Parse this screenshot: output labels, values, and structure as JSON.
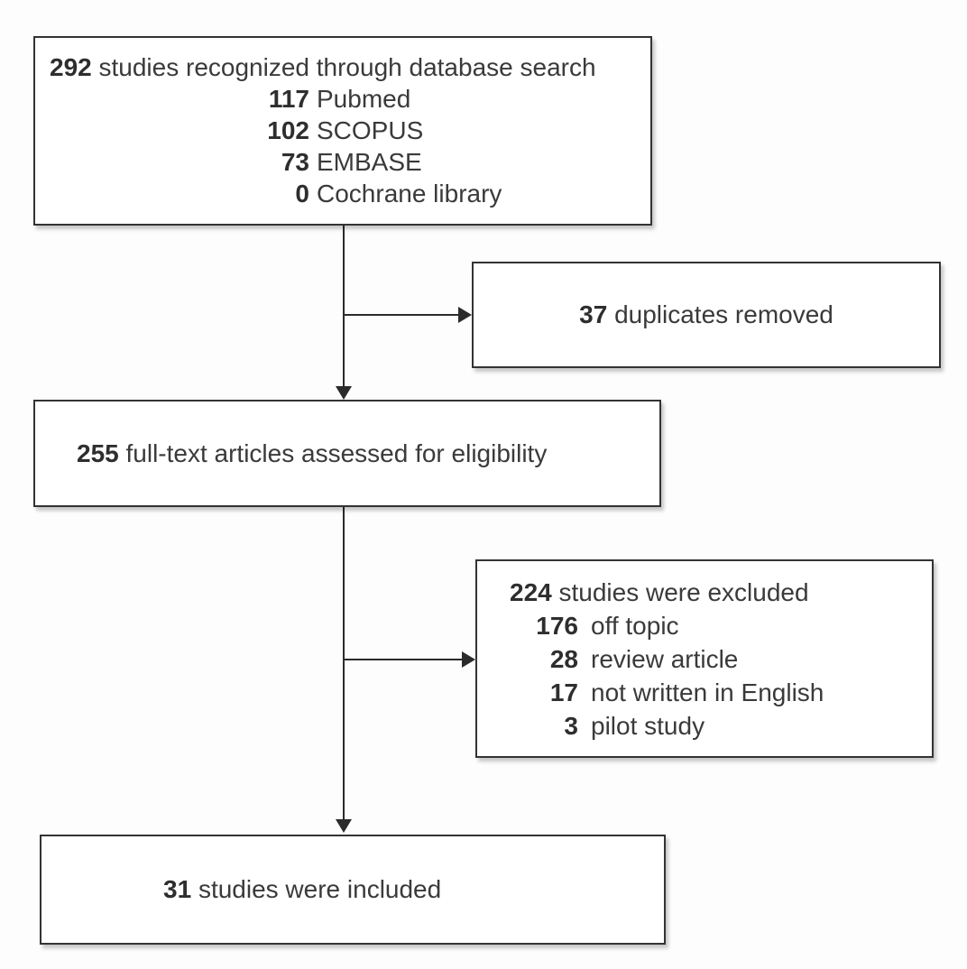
{
  "diagram_type": "prisma-study-selection-flowchart",
  "colors": {
    "box_border": "#333333",
    "text": "#3a3a3a",
    "arrow": "#2b2b2b",
    "box_background": "#ffffff"
  },
  "flowchart": {
    "identification": {
      "total": "292",
      "total_label": "studies recognized through database search",
      "sources": [
        {
          "count": "117",
          "label": "Pubmed"
        },
        {
          "count": "102",
          "label": "SCOPUS"
        },
        {
          "count": "73",
          "label": "EMBASE"
        },
        {
          "count": "0",
          "label": "Cochrane library"
        }
      ]
    },
    "duplicates": {
      "count": "37",
      "label": "duplicates removed"
    },
    "eligibility": {
      "count": "255",
      "label": "full-text articles assessed for eligibility"
    },
    "excluded": {
      "total": "224",
      "total_label": "studies were excluded",
      "reasons": [
        {
          "count": "176",
          "label": "off topic"
        },
        {
          "count": "28",
          "label": "review article"
        },
        {
          "count": "17",
          "label": "not written in English"
        },
        {
          "count": "3",
          "label": "pilot study"
        }
      ]
    },
    "included": {
      "count": "31",
      "label": "studies were included"
    }
  }
}
